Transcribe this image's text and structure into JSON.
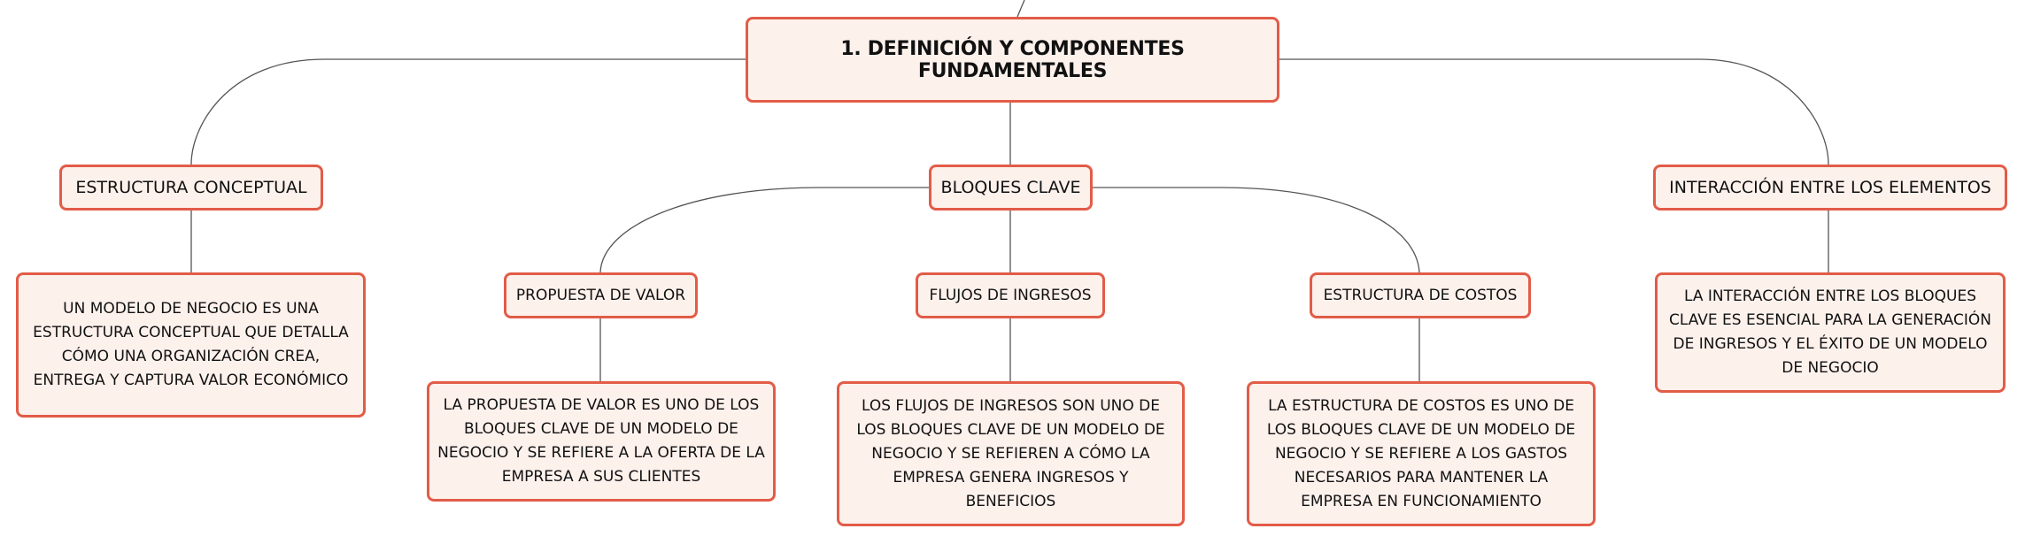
{
  "root": {
    "label": "1. DEFINICIÓN Y COMPONENTES FUNDAMENTALES"
  },
  "branches": {
    "estructura": {
      "label": "ESTRUCTURA CONCEPTUAL",
      "detail": "UN MODELO DE NEGOCIO ES UNA ESTRUCTURA CONCEPTUAL QUE DETALLA CÓMO UNA ORGANIZACIÓN CREA, ENTREGA Y CAPTURA VALOR ECONÓMICO"
    },
    "bloques": {
      "label": "BLOQUES CLAVE",
      "children": {
        "propuesta": {
          "label": "PROPUESTA DE VALOR",
          "detail": "LA PROPUESTA DE VALOR ES UNO DE LOS BLOQUES CLAVE DE UN MODELO DE NEGOCIO Y SE REFIERE A LA OFERTA DE LA EMPRESA A SUS CLIENTES"
        },
        "flujos": {
          "label": "FLUJOS DE INGRESOS",
          "detail": "LOS FLUJOS DE INGRESOS SON UNO DE LOS BLOQUES CLAVE DE UN MODELO DE NEGOCIO Y SE REFIEREN A CÓMO LA EMPRESA GENERA INGRESOS Y BENEFICIOS"
        },
        "costos": {
          "label": "ESTRUCTURA DE COSTOS",
          "detail": "LA ESTRUCTURA DE COSTOS ES UNO DE LOS BLOQUES CLAVE DE UN MODELO DE NEGOCIO Y SE REFIERE A LOS GASTOS NECESARIOS PARA MANTENER LA EMPRESA EN FUNCIONAMIENTO"
        }
      }
    },
    "interaccion": {
      "label": "INTERACCIÓN ENTRE LOS ELEMENTOS",
      "detail": "LA INTERACCIÓN ENTRE LOS BLOQUES CLAVE ES ESENCIAL PARA LA GENERACIÓN DE INGRESOS Y EL ÉXITO DE UN MODELO DE NEGOCIO"
    }
  },
  "colors": {
    "node_fill": "#fdf1ec",
    "node_border": "#e25c48",
    "connector": "#555555"
  }
}
